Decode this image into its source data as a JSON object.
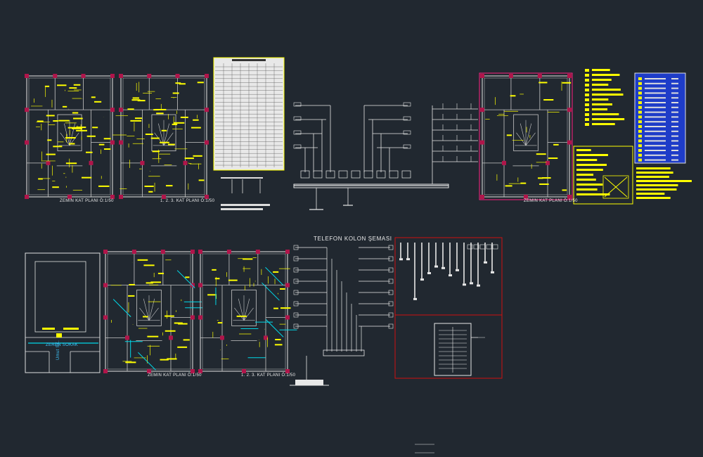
{
  "labels": {
    "plan1_ground": "ZEMIN KAT PLANI Ö:1/50",
    "plan1_floors": "1. 2. 3. KAT PLANI Ö:1/50",
    "plan2_ground": "ZEMIN KAT PLANI Ö:1/50",
    "plan3_ground": "ZEMIN KAT PLANI Ö:1/50",
    "plan3_floors": "1. 2. 3. KAT PLANI Ö:1/50",
    "telefon_title": "TELEFON KOLON ŞEMASI",
    "street_main": "ZEREN SOKAK",
    "street_side": "Umut SK."
  },
  "colors": {
    "background": "#212830",
    "walls": "#c8c8c8",
    "wiring": "#ffff00",
    "columns": "#b0154a",
    "phone_lines": "#00d8e8",
    "legend_blue": "#1e3cc8",
    "border_red": "#d01010",
    "border_magenta": "#ff2080"
  }
}
